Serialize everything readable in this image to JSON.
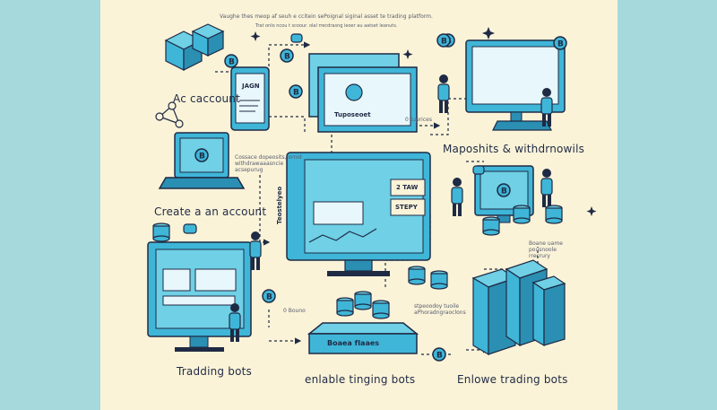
{
  "header": {
    "line1": "Vaughe thes meop af seuh e ccitein sePoignal siginal asset te trading platform.",
    "line2": "Trat onlo ncou t scoour. olal rrecdrasng ieoer au aatset leanuts."
  },
  "steps": {
    "account": "Ac caccount",
    "create": "Create a an account",
    "deposits": "Maposhits & withdrnowils",
    "trading_bots": "Tradding bots",
    "enable": "enlable  tinging bots",
    "enlowe": "Enlowe trading bots"
  },
  "screens": {
    "tablet": "JAGN",
    "card": "Tuposeoet",
    "monitor_side": "Teostelyeo",
    "chip_top": "2 TAW",
    "chip_bottom": "STEPY",
    "platform_base": "Boaea  fIaaes"
  },
  "captions": {
    "mid_left": "Cossace dopeosits, ornid withdrawaaasncie acsepurug",
    "top_mid": "0 tuprices",
    "right": "Boane uame pousnoole rrecrury",
    "bottom_left": "0 Bouno",
    "bottom_mid": "stpeoodoy tuoile aPhoradngraoclons"
  },
  "icons": [
    "bitcoin-coin-icon",
    "coin-stack-icon",
    "robot-cube-icon",
    "sparkle-icon",
    "chat-bubble-icon",
    "person-icon"
  ],
  "colors": {
    "background_band": "#a6d9dc",
    "panel": "#fbf3d8",
    "accent_blue": "#3fb6d8",
    "navy": "#1f2a44"
  }
}
